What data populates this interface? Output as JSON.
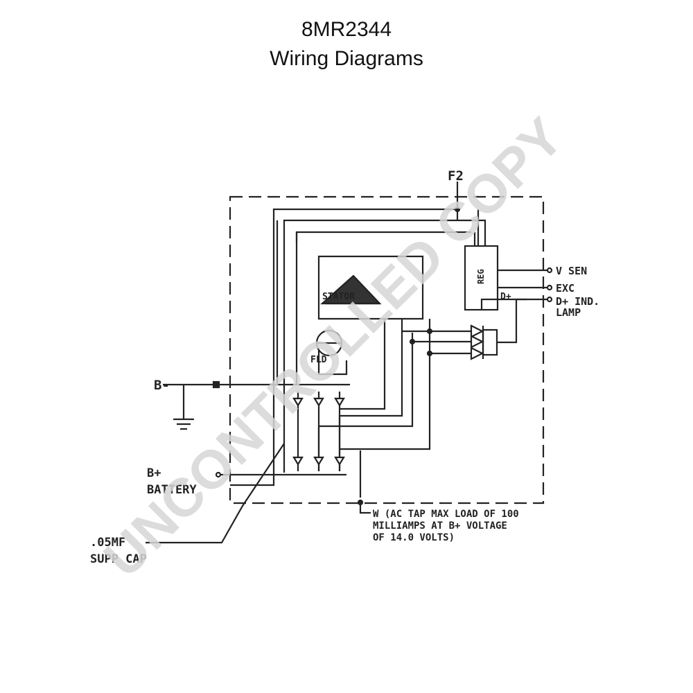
{
  "header": {
    "model": "8MR2344",
    "title": "Wiring Diagrams"
  },
  "diagram": {
    "terminals": {
      "f2": "F2",
      "v_sen": "V SEN",
      "exc": "EXC",
      "d_plus_small": "D+",
      "d_plus_ind_1": "D+ IND.",
      "d_plus_ind_2": "LAMP",
      "b_minus": "B-",
      "b_plus_1": "B+",
      "b_plus_2": "BATTERY",
      "cap_1": ".05MF",
      "cap_2": "SUPP CAP",
      "w_1": "W (AC TAP MAX LOAD OF 100",
      "w_2": "MILLIAMPS AT B+ VOLTAGE",
      "w_3": "OF 14.0 VOLTS)"
    },
    "components": {
      "regulator": "REG",
      "stator": "STATOR",
      "field": "FLD"
    }
  },
  "watermark": "UNCONTROLLED COPY",
  "colors": {
    "line": "#222222",
    "watermark": "#d6d6d6"
  }
}
